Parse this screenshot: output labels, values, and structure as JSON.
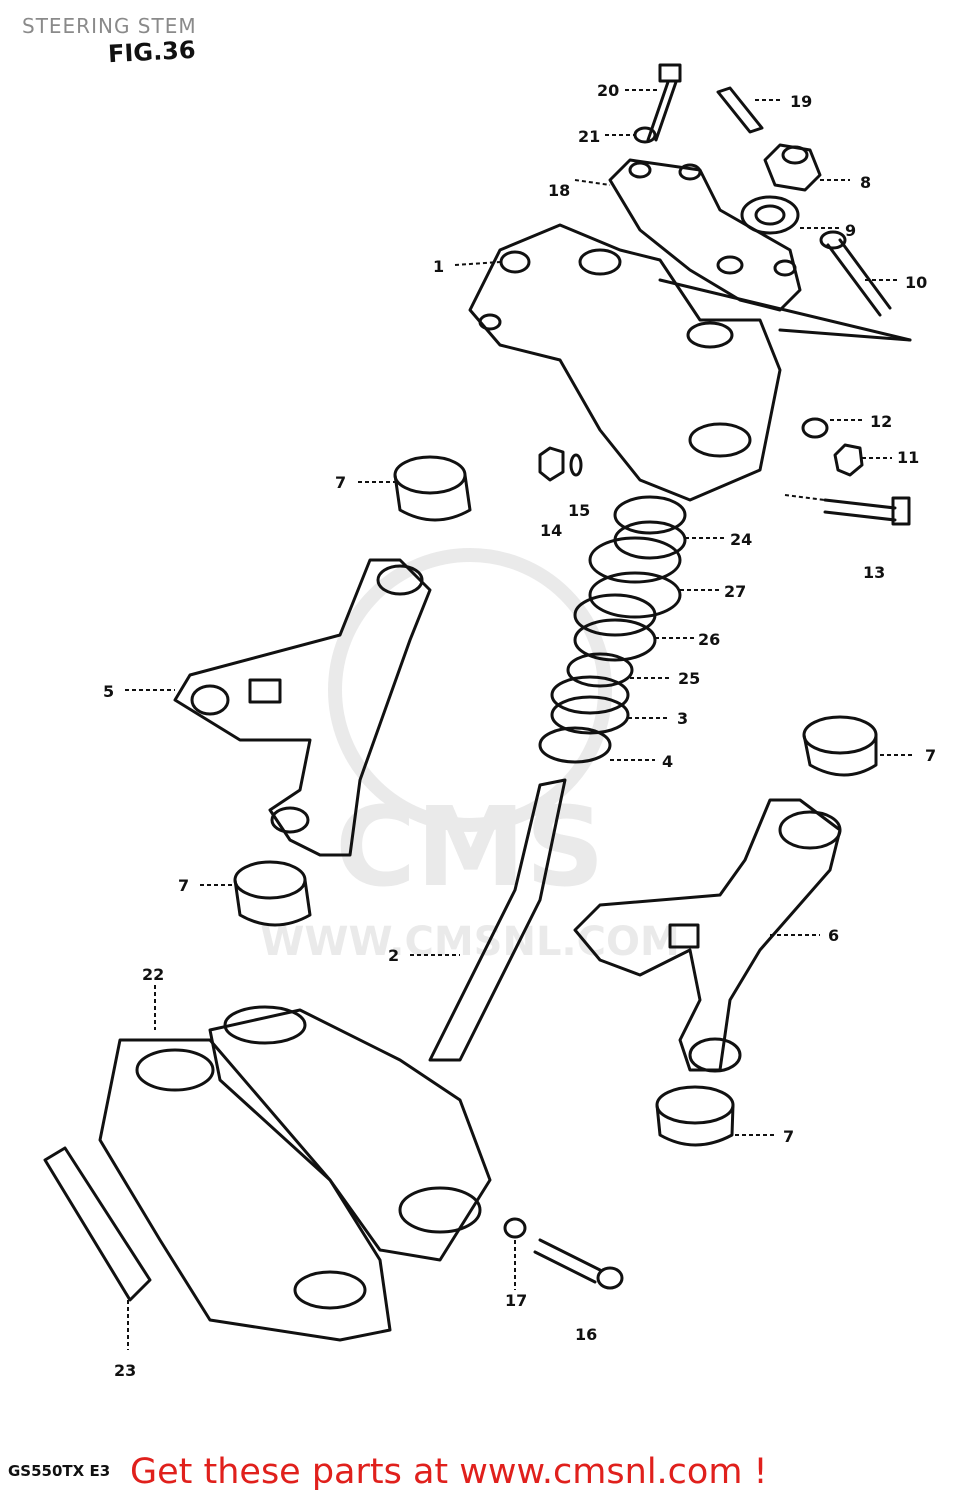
{
  "header": {
    "title": "STEERING STEM",
    "figure_label": "FIG.36"
  },
  "callouts": {
    "p1": "1",
    "p2": "2",
    "p3": "3",
    "p4": "4",
    "p5": "5",
    "p6": "6",
    "p7a": "7",
    "p7b": "7",
    "p7c": "7",
    "p7d": "7",
    "p8": "8",
    "p9": "9",
    "p10": "10",
    "p11": "11",
    "p12": "12",
    "p13": "13",
    "p14": "14",
    "p15": "15",
    "p16": "16",
    "p17": "17",
    "p18": "18",
    "p19": "19",
    "p20": "20",
    "p21": "21",
    "p22": "22",
    "p23": "23",
    "p24": "24",
    "p25": "25",
    "p26": "26",
    "p27": "27"
  },
  "watermark": {
    "brand": "CMS",
    "url": "WWW.CMSNL.COM"
  },
  "footer": {
    "model_code": "GS550TX  E3",
    "promo_text": "Get these parts at www.cmsnl.com !"
  },
  "colors": {
    "ink": "#111111",
    "promo": "#e0201c",
    "watermark": "#d9d9d9"
  }
}
